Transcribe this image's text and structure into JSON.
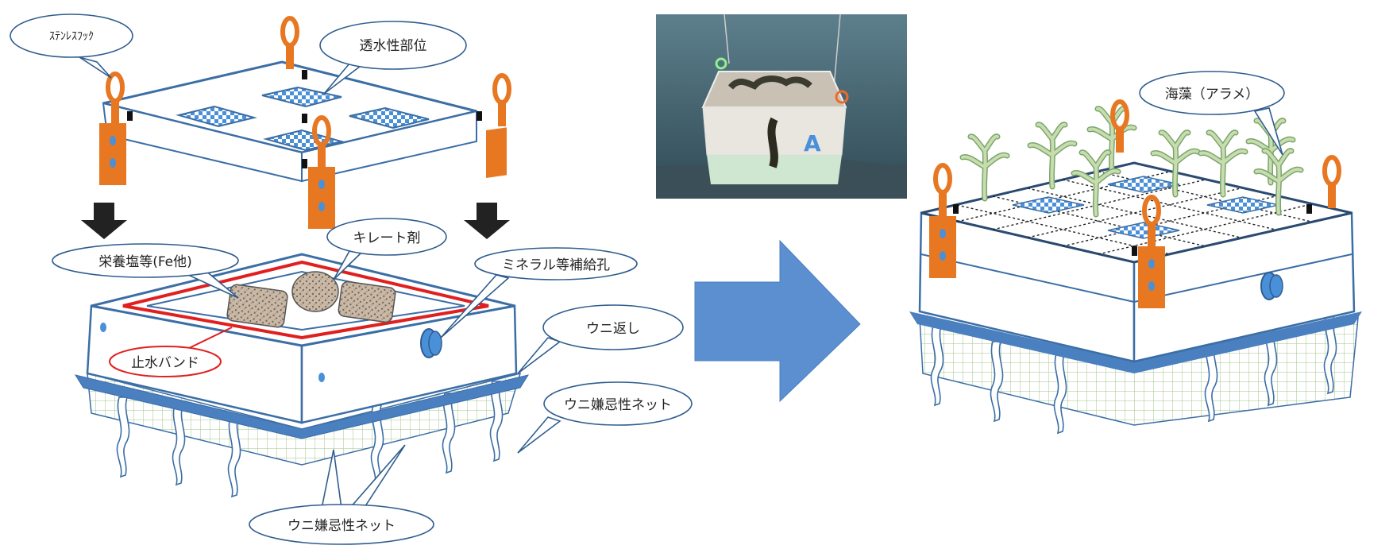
{
  "labels": {
    "stainless_hook": "ｽﾃﾝﾚｽﾌｯｸ",
    "permeable_part": "透水性部位",
    "nutrient_salt": "栄養塩等(Fe他)",
    "chelating_agent": "キレート剤",
    "mineral_supply_hole": "ミネラル等補給孔",
    "water_stop_band": "止水バンド",
    "urchin_return": "ウニ返し",
    "urchin_repellent_net_right": "ウニ嫌忌性ネット",
    "urchin_repellent_net_bottom": "ウニ嫌忌性ネット",
    "seaweed": "海藻（アラメ）"
  },
  "photo": {
    "box_letter": "A"
  },
  "colors": {
    "box_stroke": "#3b6ea5",
    "orange": "#e87722",
    "checker": "#4a90d9",
    "red_band": "#e02020",
    "big_arrow": "#5b8fd0",
    "down_arrow": "#222222",
    "seaweed": "#c8dcb0",
    "net": "#9fc48a"
  },
  "icons": [
    "down-arrow-icon",
    "big-right-arrow-icon",
    "hook-icon",
    "seaweed-icon"
  ]
}
